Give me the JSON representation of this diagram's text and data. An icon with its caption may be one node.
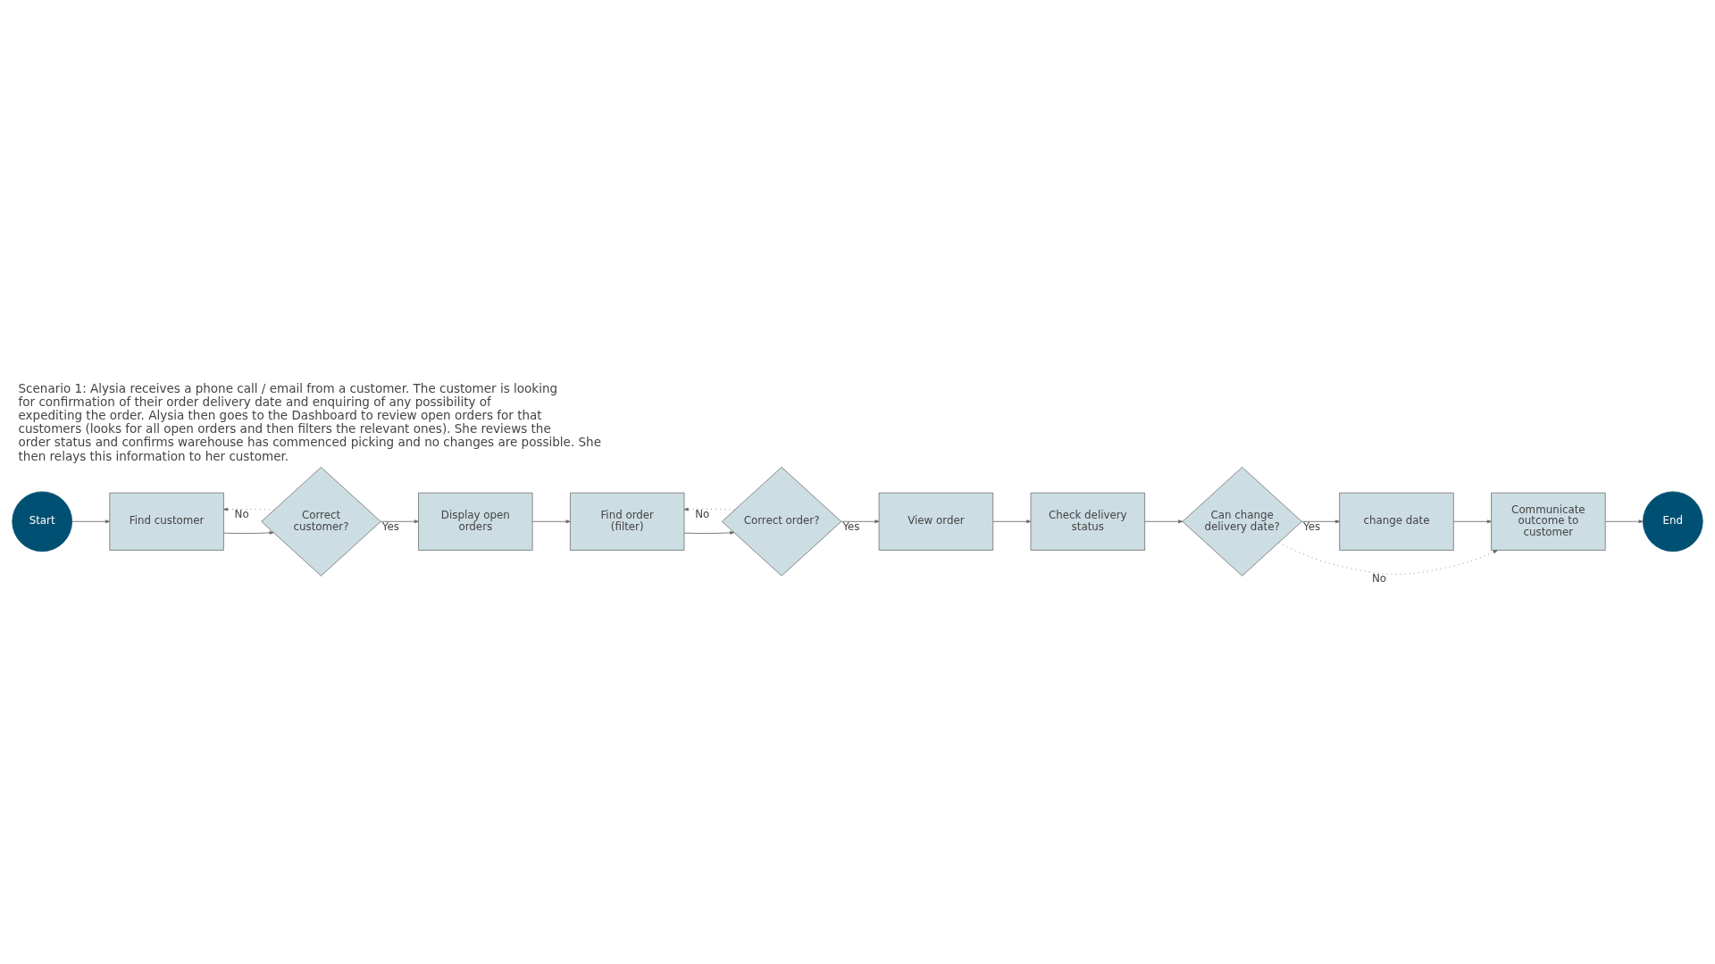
{
  "diagram": {
    "title": "Scenario 1: Alysia receives a phone call / email from a customer. The customer is looking for confirmation of their order delivery date and enquiring of any possibility of expediting the order. Alysia then goes to the Dashboard to review open orders for that customers (looks for all open orders and then filters the relevant ones). She reviews the order status and confirms warehouse has commenced picking and no changes are possible. She then relays this information to her customer.",
    "nodes": [
      {
        "text": [
          "Start"
        ]
      },
      {
        "text": [
          "Find customer"
        ]
      },
      {
        "text": [
          "Correct customer?"
        ]
      },
      {
        "text": [
          "Display open orders"
        ]
      },
      {
        "text": [
          "Find order (filter)"
        ]
      },
      {
        "text": [
          "Correct order?"
        ]
      },
      {
        "text": [
          "View order"
        ]
      },
      {
        "text": [
          "Check delivery status"
        ]
      },
      {
        "text": [
          "Can change delivery date?"
        ]
      },
      {
        "text": [
          "change date"
        ]
      },
      {
        "text": [
          "Communicate outcome to customer"
        ]
      },
      {
        "text": [
          "End"
        ]
      }
    ],
    "edges": [
      {
        "from": 0,
        "to": 1,
        "arrow": "to"
      },
      {
        "from": 1,
        "to": 2,
        "arrow": "to"
      },
      {
        "from": 2,
        "to": 3,
        "arrow": "to",
        "label": "Yes"
      },
      {
        "from": 2,
        "to": 1,
        "arrow": "to",
        "label": "No",
        "style": "dashed"
      },
      {
        "from": 3,
        "to": 4,
        "arrow": "to"
      },
      {
        "from": 4,
        "to": 5,
        "arrow": "to"
      },
      {
        "from": 5,
        "to": 4,
        "arrow": "to",
        "label": "No",
        "style": "dashed"
      },
      {
        "from": 5,
        "to": 6,
        "arrow": "to",
        "label": "Yes"
      },
      {
        "from": 6,
        "to": 7,
        "arrow": "to"
      },
      {
        "from": 7,
        "to": 8,
        "arrow": "to"
      },
      {
        "from": 8,
        "to": 9,
        "arrow": "to",
        "label": "Yes"
      },
      {
        "from": 9,
        "to": 10,
        "arrow": "to"
      },
      {
        "from": 8,
        "to": 10,
        "arrow": "to",
        "label": "No",
        "style": "dashed"
      },
      {
        "from": 10,
        "to": 11,
        "arrow": "to"
      }
    ]
  }
}
